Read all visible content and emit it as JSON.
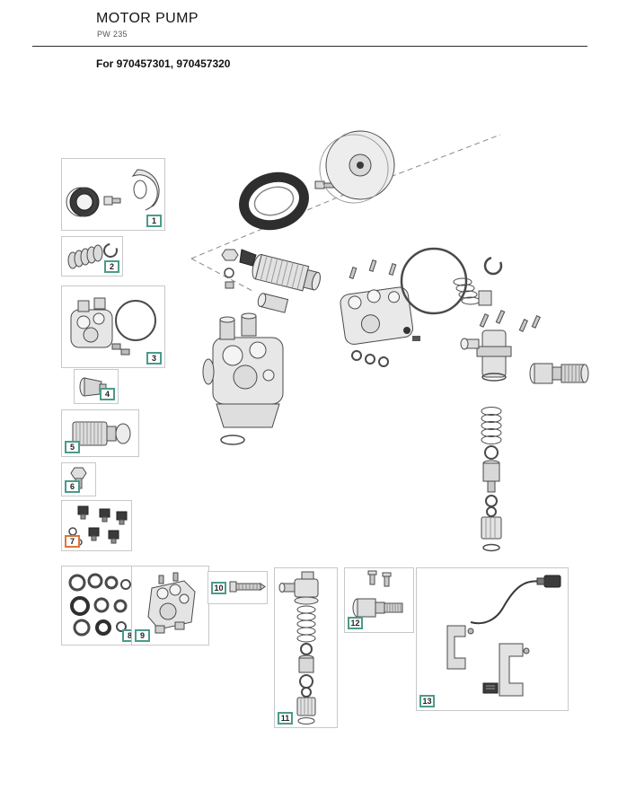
{
  "page": {
    "title": "MOTOR PUMP",
    "model": "PW 235",
    "applicability": "For 970457301, 970457320"
  },
  "colors": {
    "badge_default": "#4b9b8b",
    "badge_highlight": "#dd7539",
    "box_border": "#c8c8c8",
    "diagram_line": "#4a4a4a"
  },
  "callouts": [
    "1",
    "2",
    "3",
    "4",
    "5",
    "6",
    "7",
    "8",
    "9",
    "10",
    "11",
    "12",
    "13"
  ]
}
